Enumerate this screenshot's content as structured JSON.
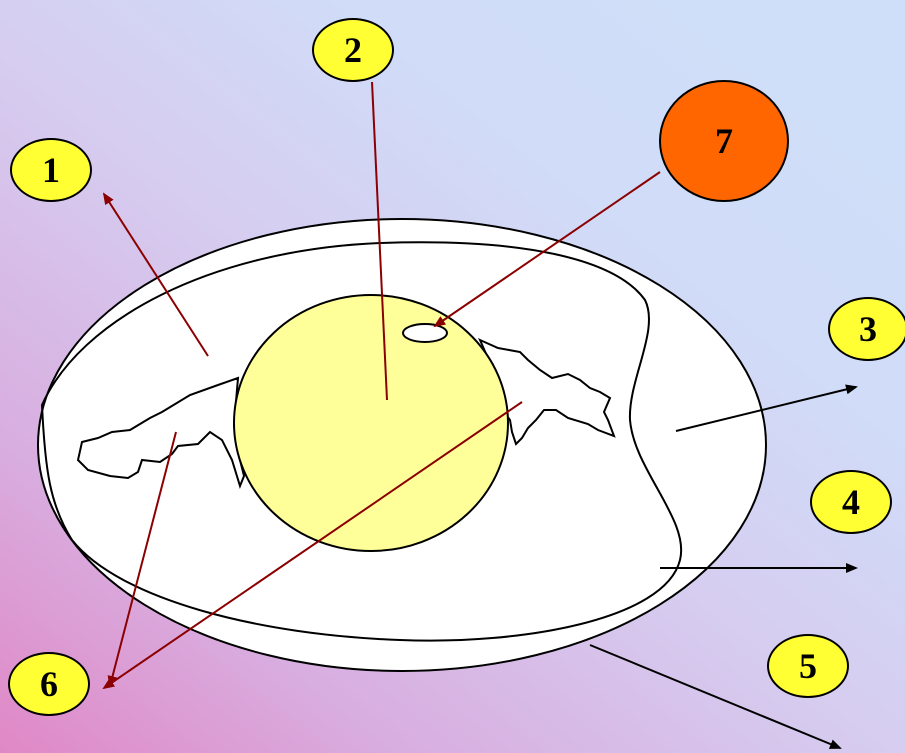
{
  "labels": [
    {
      "id": "1",
      "text": "1",
      "color": "#ffff33"
    },
    {
      "id": "2",
      "text": "2",
      "color": "#ffff33"
    },
    {
      "id": "3",
      "text": "3",
      "color": "#ffff33"
    },
    {
      "id": "4",
      "text": "4",
      "color": "#ffff33"
    },
    {
      "id": "5",
      "text": "5",
      "color": "#ffff33"
    },
    {
      "id": "6",
      "text": "6",
      "color": "#ffff33"
    },
    {
      "id": "7",
      "text": "7",
      "color": "#ff6600"
    }
  ],
  "colors": {
    "background_pink": "#e088c6",
    "background_blue": "#cfdff9",
    "egg_white": "#ffffff",
    "yolk": "#ffff99",
    "pointer_red": "#8b0000",
    "pointer_black": "#000000"
  }
}
